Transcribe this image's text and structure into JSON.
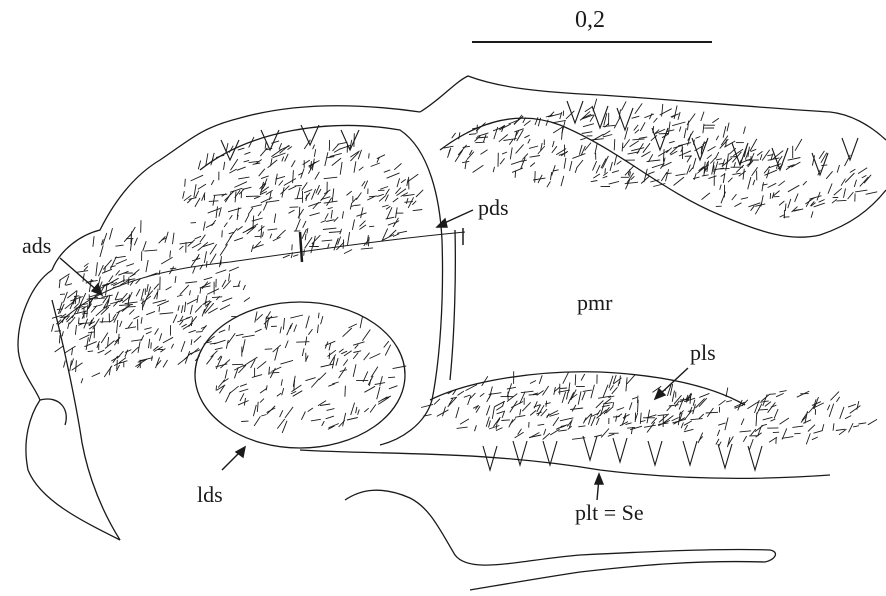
{
  "figure": {
    "scale_bar_label": "0,2",
    "labels": {
      "ads": "ads",
      "pds": "pds",
      "pmr": "pmr",
      "pls": "pls",
      "lds": "lds",
      "plt": "plt = Se"
    }
  },
  "colors": {
    "ink": "#1a1a1a",
    "background": "#ffffff"
  }
}
